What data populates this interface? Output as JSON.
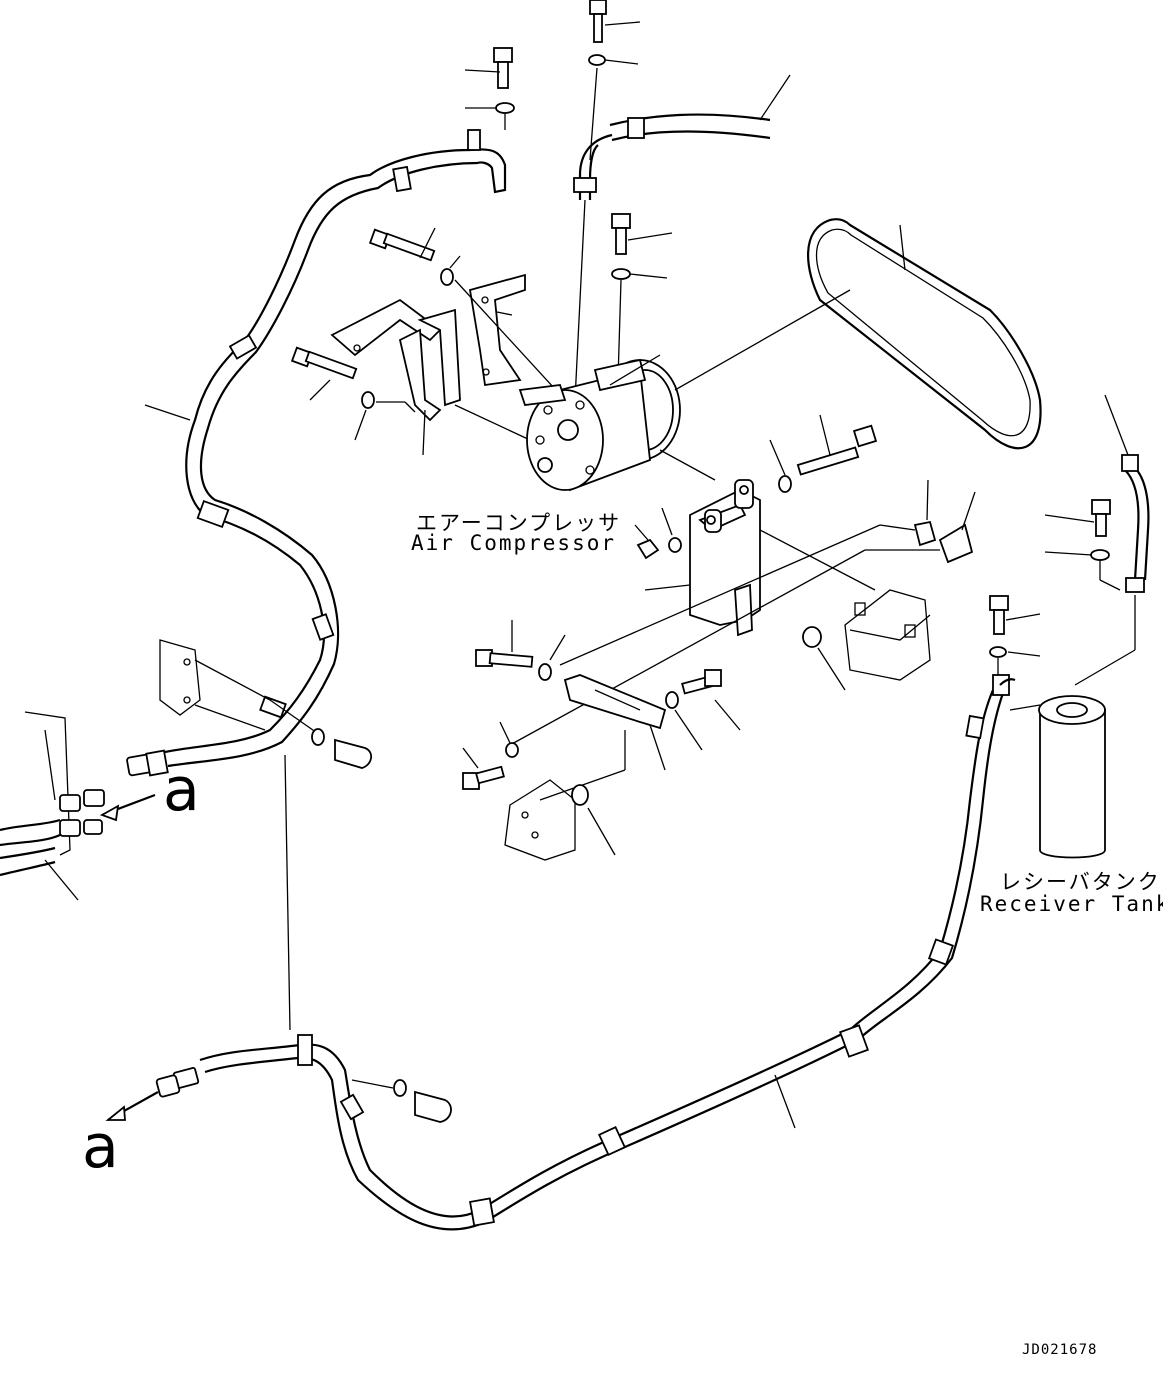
{
  "labels": {
    "air_compressor_jp": "エアーコンプレッサ",
    "air_compressor_en": "Air Compressor",
    "receiver_tank_jp": "レシーバタンク",
    "receiver_tank_en": "Receiver Tank",
    "ref_a_upper": "a",
    "ref_a_lower": "a",
    "drawing_code": "JD021678"
  }
}
